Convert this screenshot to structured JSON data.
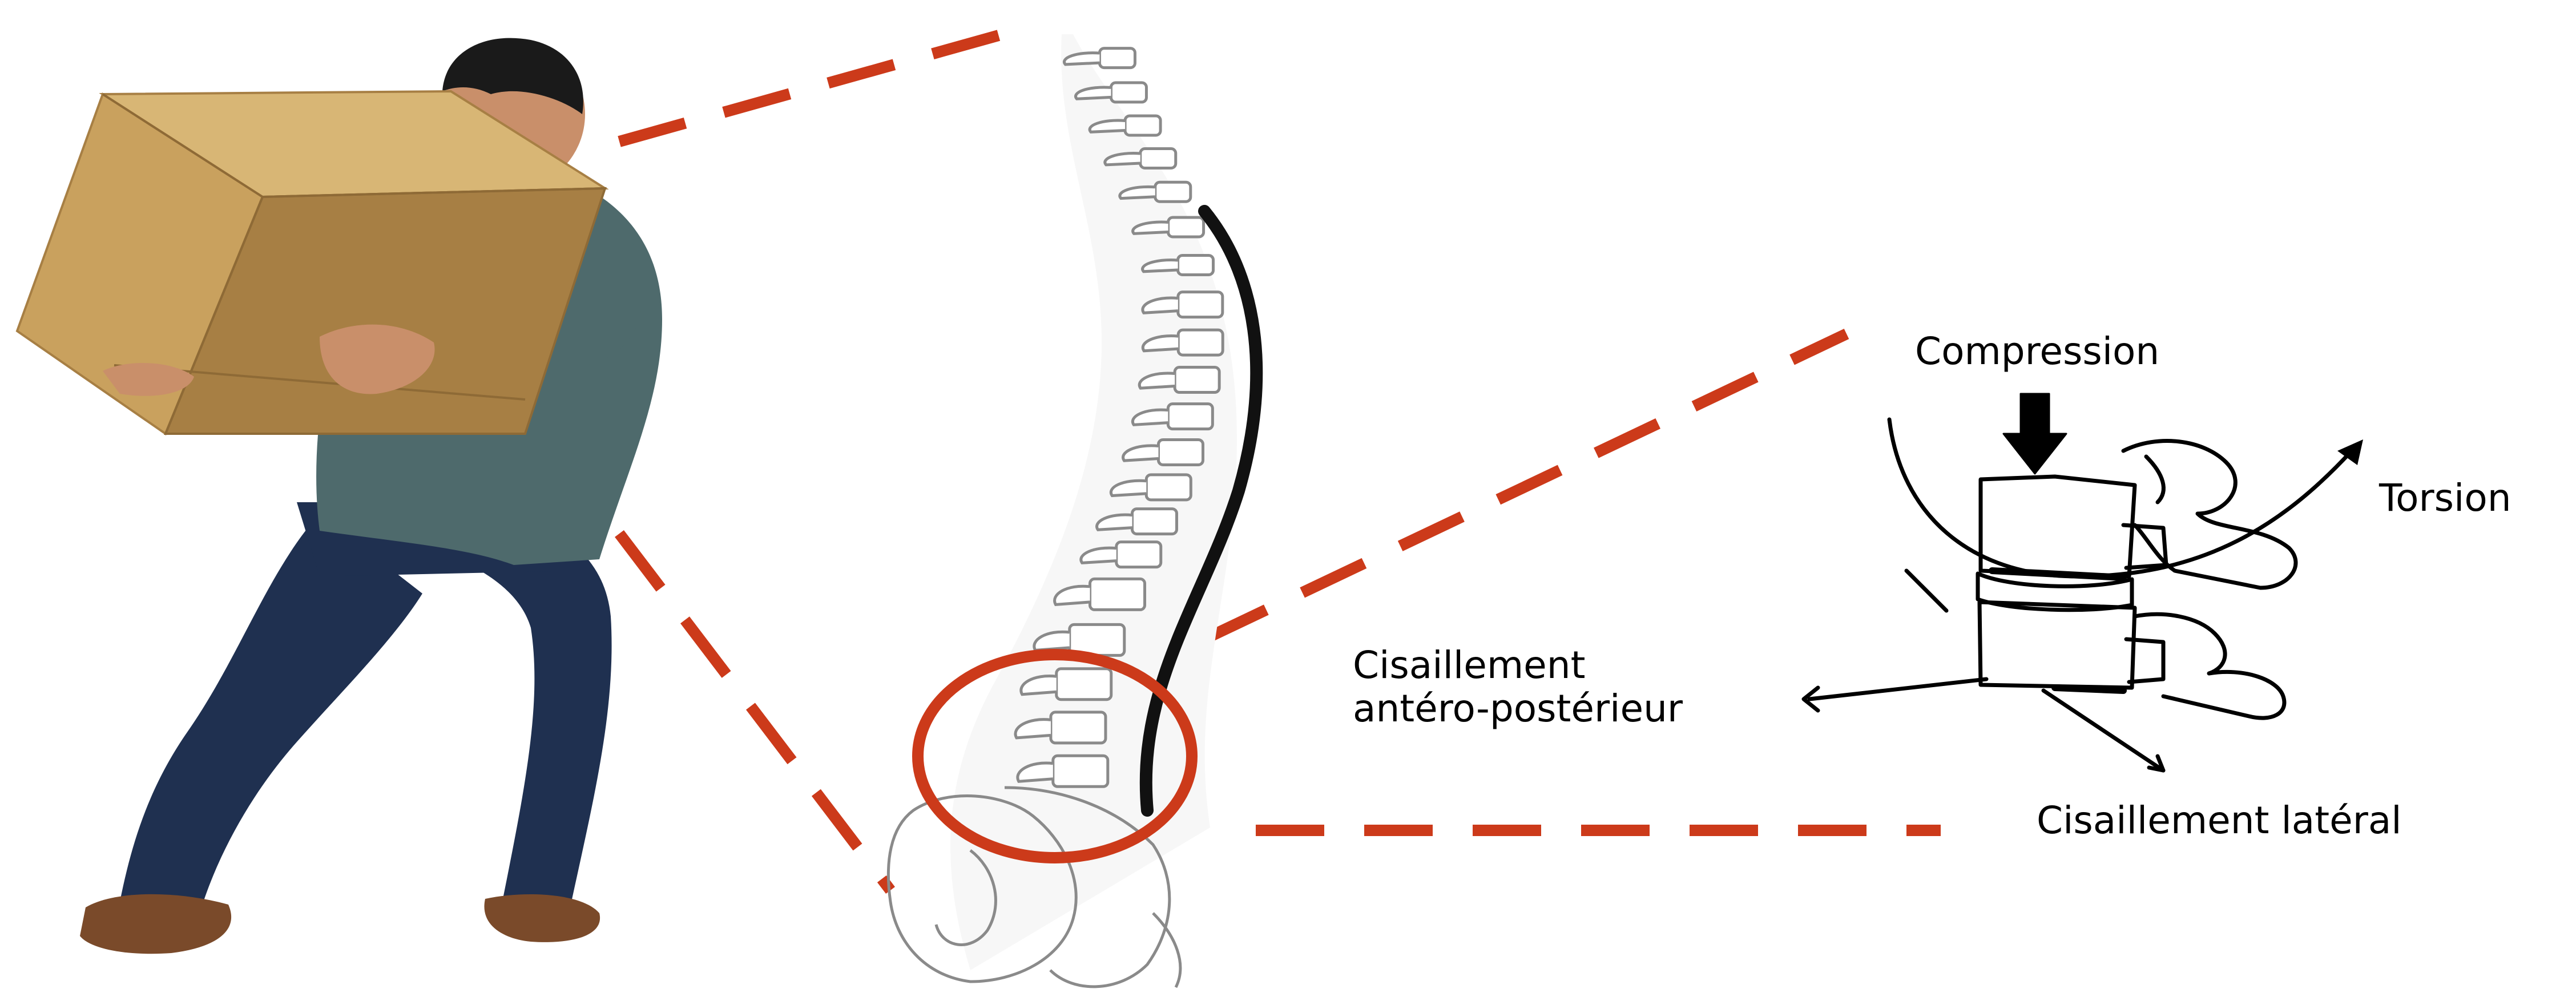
{
  "labels": {
    "compression": "Compression",
    "torsion": "Torsion",
    "shear_ap_line1": "Cisaillement",
    "shear_ap_line2": "antéro-postérieur",
    "shear_lateral": "Cisaillement latéral"
  },
  "colors": {
    "callout": "#CC3A1A",
    "box": "#C9A15E",
    "box_side": "#A77F44",
    "box_top": "#D8B675",
    "shirt": "#4E6A6C",
    "jeans": "#1F3050",
    "skin": "#C98F6A",
    "hair": "#1A1A1A",
    "shoes": "#7A4A2A",
    "spine_lines": "#8A8A8A",
    "ligament": "#111111",
    "ink": "#000000"
  },
  "icons": {
    "person": "person-lifting-box",
    "spine": "spine-lateral-view",
    "vertebrae": "vertebral-segment",
    "compression_arrow": "arrow-down-icon",
    "torsion_arrow": "curved-arrow-icon"
  }
}
